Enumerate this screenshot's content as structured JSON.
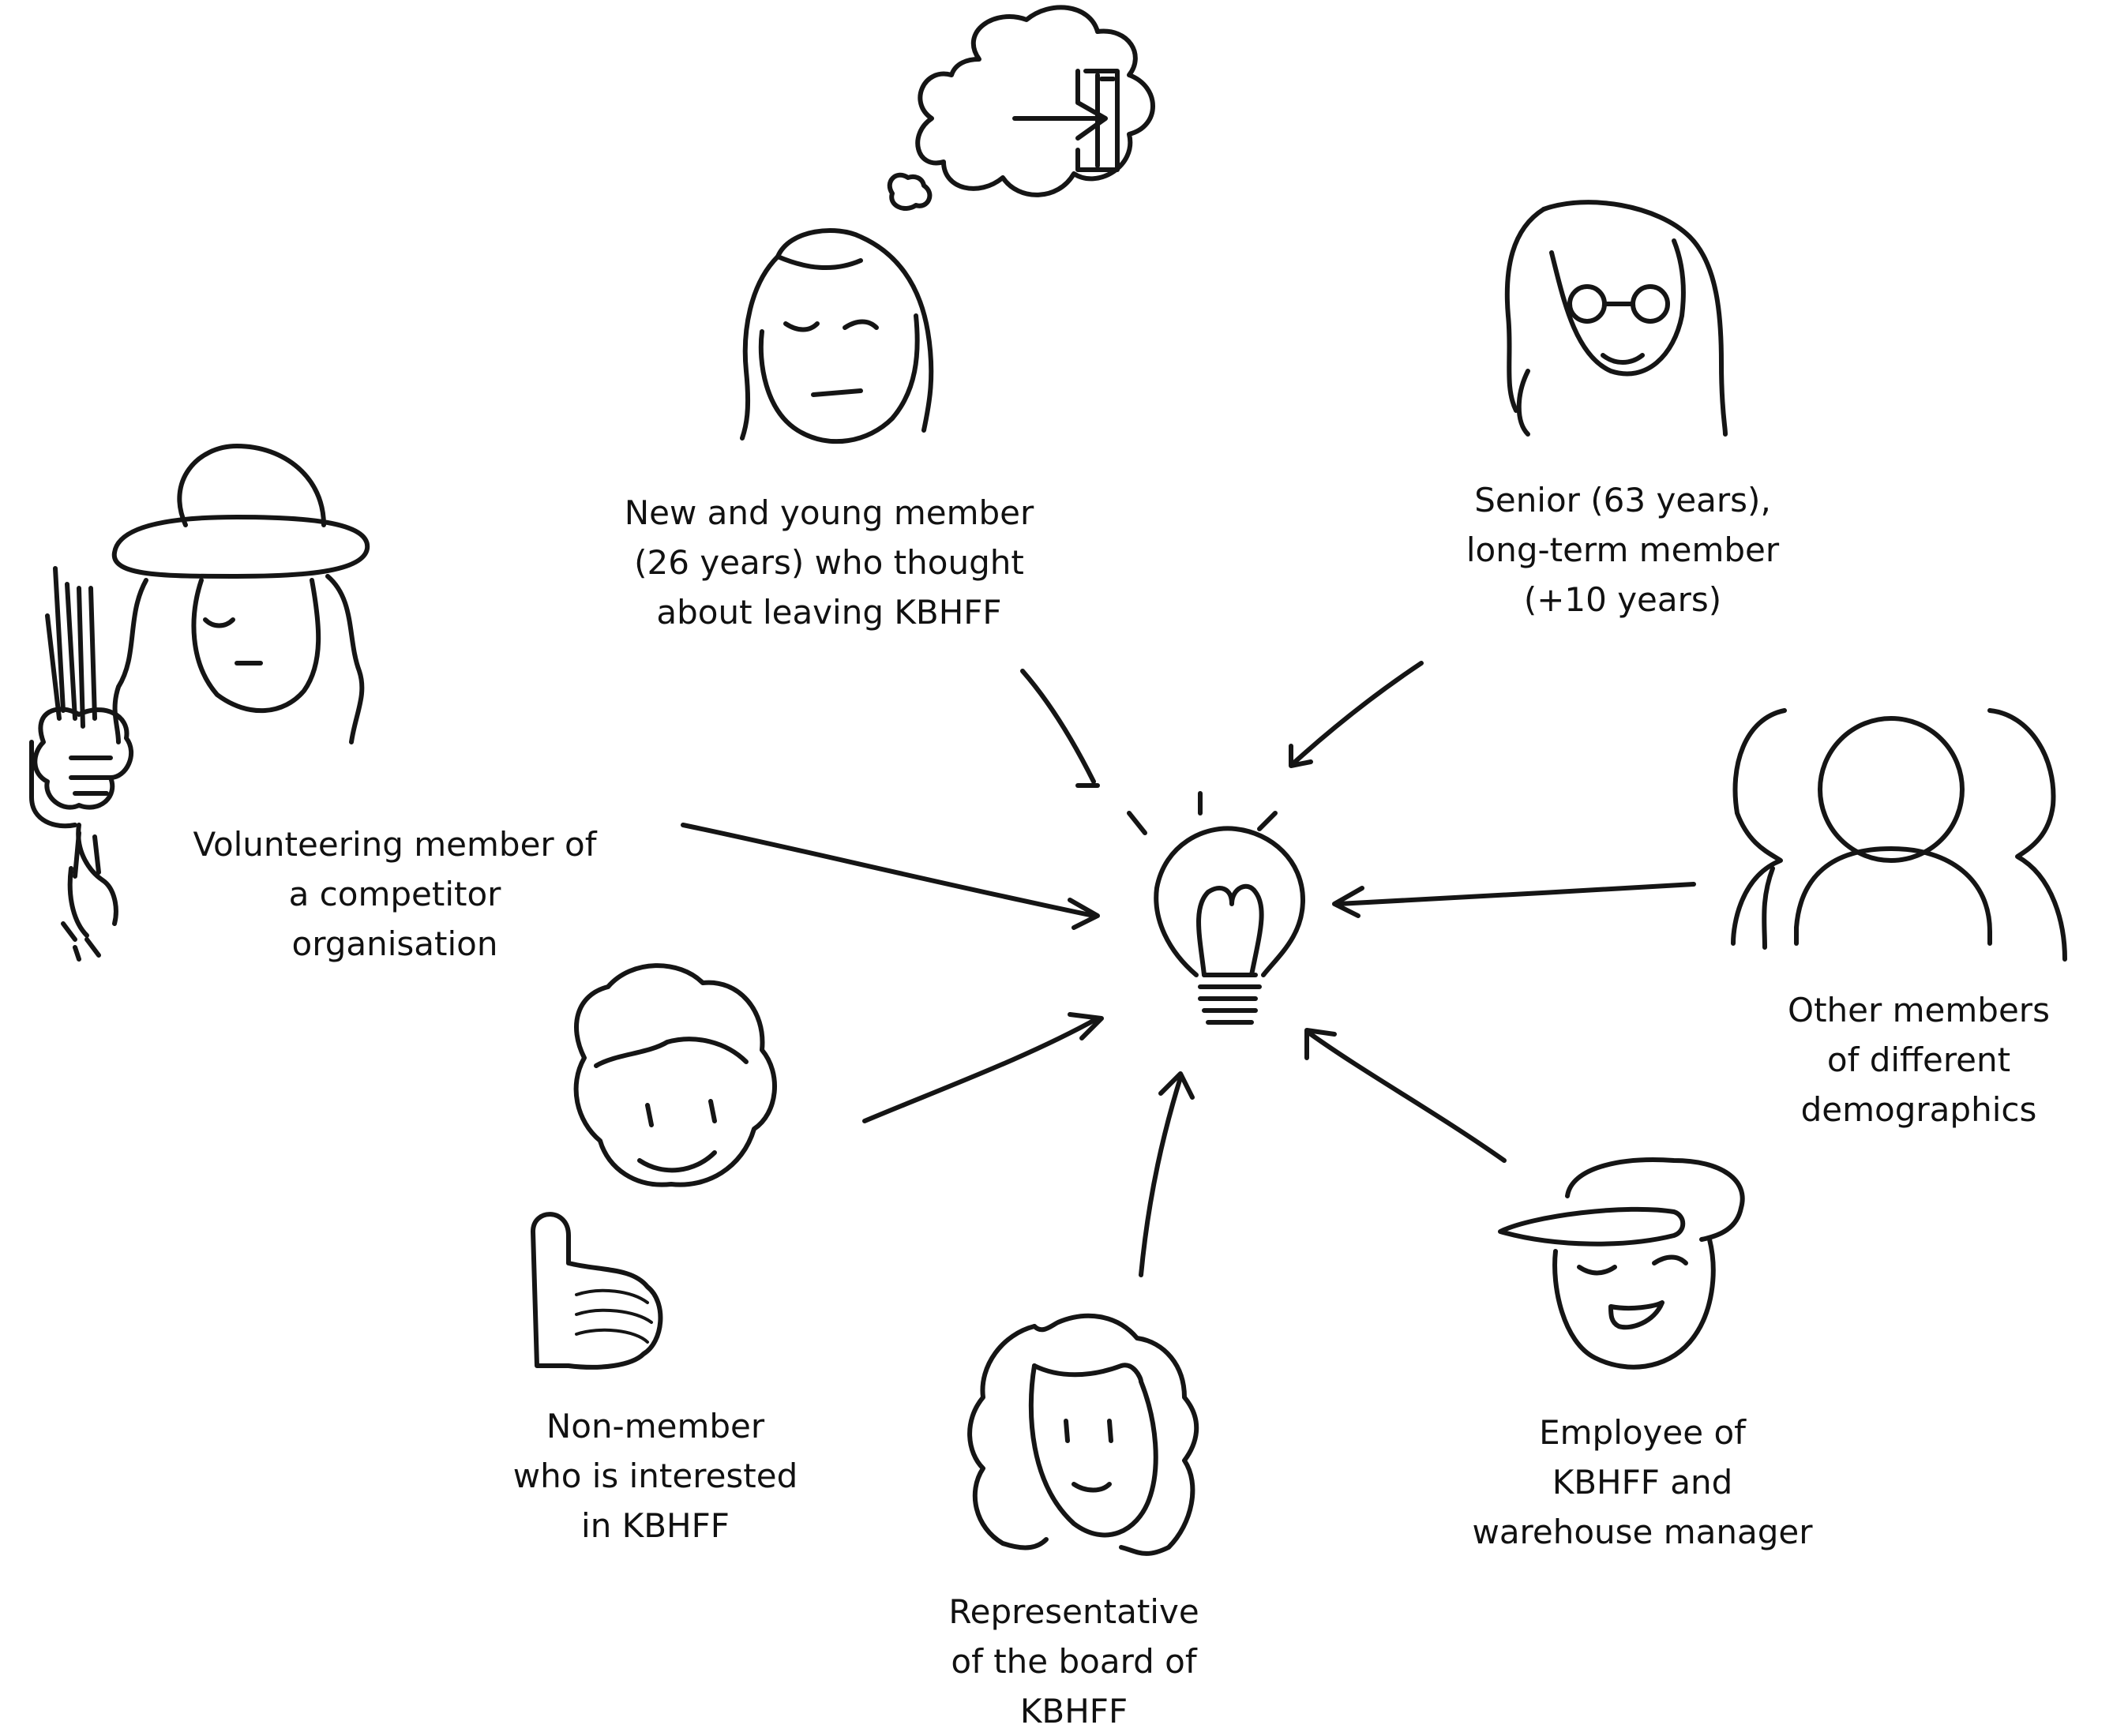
{
  "nodes": [
    {
      "id": "new-young-member",
      "lines": [
        "New and young member",
        "(26 years) who thought",
        "about leaving KBHFF"
      ]
    },
    {
      "id": "senior-member",
      "lines": [
        "Senior (63 years),",
        "long-term member",
        "(+10 years)"
      ]
    },
    {
      "id": "competitor-volunteer",
      "lines": [
        "Volunteering member of",
        "a competitor",
        "organisation"
      ]
    },
    {
      "id": "other-members",
      "lines": [
        "Other members",
        "of different",
        "demographics"
      ]
    },
    {
      "id": "non-member",
      "lines": [
        "Non-member",
        "who is interested",
        "in KBHFF"
      ]
    },
    {
      "id": "board-representative",
      "lines": [
        "Representative",
        "of the board of",
        "KBHFF"
      ]
    },
    {
      "id": "employee",
      "lines": [
        "Employee of",
        "KBHFF and",
        "warehouse manager"
      ]
    }
  ],
  "center": {
    "icon": "lightbulb-heart-icon"
  },
  "icons": {
    "new-young-member": "thinking-person-icon",
    "thought": "exit-door-thought-icon",
    "senior-member": "person-glasses-icon",
    "competitor-volunteer": "person-hat-onions-icon",
    "other-members": "group-people-icon",
    "non-member": "person-thumbs-up-icon",
    "board-representative": "person-curly-hair-icon",
    "employee": "person-cap-icon"
  },
  "colors": {
    "ink": "#151515",
    "background": "#ffffff"
  }
}
